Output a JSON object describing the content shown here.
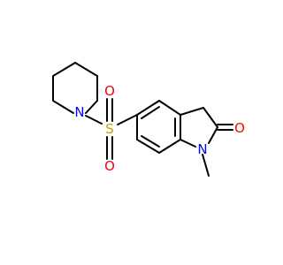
{
  "molecule": {
    "atoms": {
      "n_piperidine": "N",
      "s_sulfonyl": "S",
      "o_sulfonyl_top": "O",
      "o_sulfonyl_bottom": "O",
      "n_indolinone": "N",
      "o_carbonyl": "O"
    },
    "colors": {
      "nitrogen": "#0000ff",
      "oxygen": "#ff0000",
      "sulfur": "#b8a400",
      "bond": "#000000"
    }
  }
}
